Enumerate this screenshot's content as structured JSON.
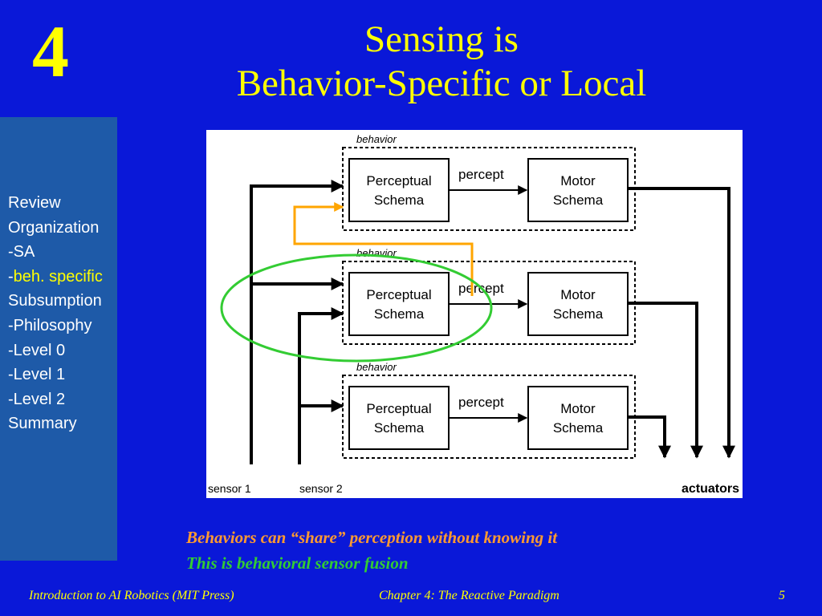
{
  "slide": {
    "chapter_number": "4",
    "title_line1": "Sensing is",
    "title_line2": "Behavior-Specific or Local"
  },
  "sidebar": {
    "items": [
      {
        "prefix": "",
        "text": "Review"
      },
      {
        "prefix": "",
        "text": "Organization"
      },
      {
        "prefix": "-",
        "text": "SA"
      },
      {
        "prefix": "-",
        "text": "beh. specific"
      },
      {
        "prefix": "",
        "text": "Subsumption"
      },
      {
        "prefix": "-",
        "text": "Philosophy"
      },
      {
        "prefix": "-",
        "text": "Level 0"
      },
      {
        "prefix": "-",
        "text": "Level 1"
      },
      {
        "prefix": "-",
        "text": "Level 2"
      },
      {
        "prefix": "",
        "text": "Summary"
      }
    ]
  },
  "diagram": {
    "behavior_label": "behavior",
    "perceptual_line1": "Perceptual",
    "perceptual_line2": "Schema",
    "percept_label": "percept",
    "motor_line1": "Motor",
    "motor_line2": "Schema",
    "sensor1": "sensor 1",
    "sensor2": "sensor 2",
    "actuators": "actuators"
  },
  "caption": {
    "line1": "Behaviors can “share” perception without knowing it",
    "line2": "This is behavioral sensor fusion"
  },
  "footer": {
    "left": "Introduction to AI Robotics (MIT Press)",
    "center": "Chapter 4: The Reactive Paradigm",
    "page": "5"
  },
  "colors": {
    "background": "#0a18d8",
    "sidebar": "#1e5aa8",
    "title": "#ffff00",
    "highlight": "#ffff00",
    "caption_orange": "#ff9a30",
    "caption_green": "#33cc33",
    "shared_link": "#ffa500",
    "ellipse": "#33cc33"
  }
}
